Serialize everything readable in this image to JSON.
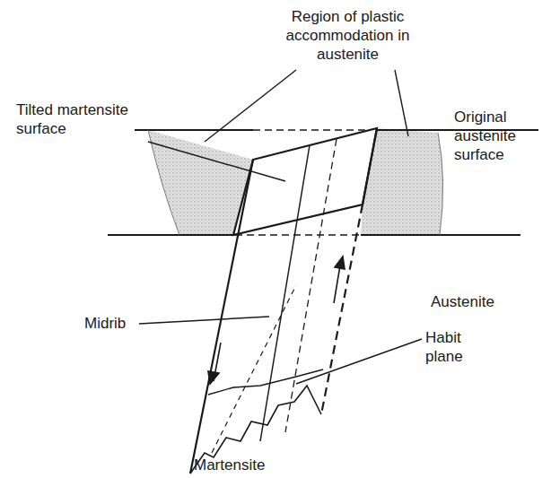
{
  "diagram": {
    "labels": [
      "Region of plastic accommodation in austenite",
      "Tilted martensite surface",
      "Original austenite surface",
      "Midrib",
      "Austenite",
      "Habit plane",
      "Martensite"
    ]
  }
}
